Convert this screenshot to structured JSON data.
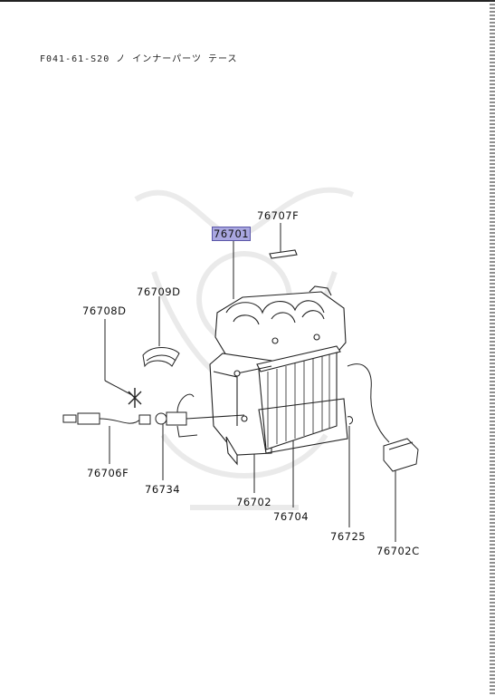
{
  "header": {
    "text": "F041-61-S20 ノ インナーパーツ テース"
  },
  "parts": {
    "p76701": "76701",
    "p76707F": "76707F",
    "p76709D": "76709D",
    "p76708D": "76708D",
    "p76706F": "76706F",
    "p76734": "76734",
    "p76702": "76702",
    "p76704": "76704",
    "p76725": "76725",
    "p76702C": "76702C"
  },
  "colors": {
    "highlight": "#a9a7e0",
    "line": "#222222"
  }
}
